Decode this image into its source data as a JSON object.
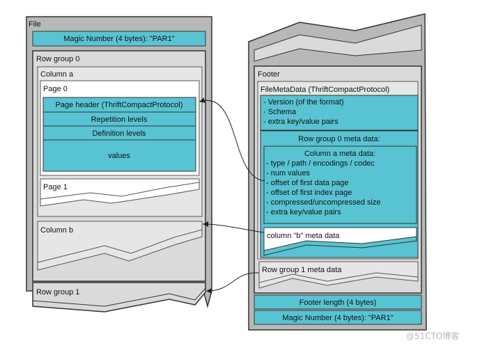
{
  "file": {
    "title": "File",
    "magic_header": "Magic Number (4 bytes): \"PAR1\"",
    "row_group_0": {
      "title": "Row group 0",
      "column_a": {
        "title": "Column a",
        "page_0": {
          "title": "Page 0",
          "page_header": "Page header (ThriftCompactProtocol)",
          "repetition_levels": "Repetition levels",
          "definition_levels": "Definition levels",
          "values": "values"
        },
        "page_1": {
          "title": "Page 1"
        }
      },
      "column_b": {
        "title": "Column b"
      }
    },
    "row_group_1": {
      "title": "Row group 1"
    }
  },
  "footer": {
    "title": "Footer",
    "file_meta_data": {
      "title": "FileMetaData (ThriftCompactProtocol)",
      "items": [
        "- Version (of the format)",
        "- Schema",
        "- extra key/value pairs"
      ],
      "row_group_0_meta": {
        "title": "Row group 0 meta data:",
        "column_a_meta": {
          "title": "Column a meta data:",
          "items": [
            "- type / path / encodings / codec",
            "- num values",
            "- offset of first data page",
            "- offset of first index page",
            "- compressed/uncompressed size",
            "- extra key/value pairs"
          ]
        },
        "column_b_meta": "column \"b\" meta data"
      },
      "row_group_1_meta": "Row group 1 meta data"
    },
    "footer_length": "Footer length (4 bytes)",
    "magic_footer": "Magic Number (4 bytes): \"PAR1\""
  },
  "watermark": "@51CTO博客",
  "colors": {
    "cyan": "#58c3d3",
    "light_gray": "#dadada",
    "mid_gray": "#b8b8b8",
    "inner_gray": "#e6e6e6",
    "stroke": "#333333"
  }
}
